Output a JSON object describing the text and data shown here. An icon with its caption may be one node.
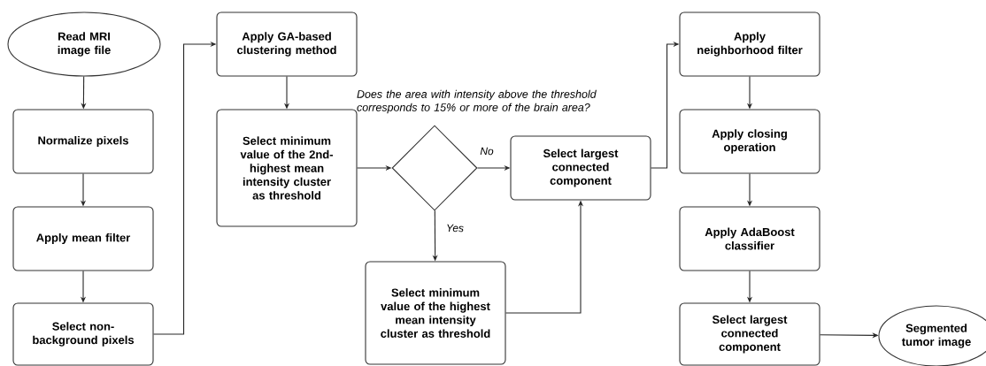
{
  "diagram": {
    "nodes": [
      {
        "text": [
          "Read MRI image file"
        ]
      },
      {
        "text": [
          "Normalize pixels"
        ]
      },
      {
        "text": [
          "Apply mean filter"
        ]
      },
      {
        "text": [
          "Select non-background pixels"
        ]
      },
      {
        "text": [
          "Apply GA-based clustering method"
        ]
      },
      {
        "text": [
          "Select minimum value of the 2nd-highest mean intensity cluster as threshold"
        ]
      },
      {
        "text": [
          "Does the area with intensity above the threshold corresponds to 15% or more of the brain area?"
        ]
      },
      {
        "text": [
          "Select largest connected component"
        ]
      },
      {
        "text": [
          "Select minimum value of the highest mean intensity cluster as threshold"
        ]
      },
      {
        "text": [
          "Apply neighborhood filter"
        ]
      },
      {
        "text": [
          "Apply closing operation"
        ]
      },
      {
        "text": [
          "Apply AdaBoost classifier"
        ]
      },
      {
        "text": [
          "Select largest connected component"
        ]
      },
      {
        "text": [
          "Segmented tumor image"
        ]
      }
    ],
    "edges": [
      {
        "from": 0,
        "to": 1,
        "arrow": "to"
      },
      {
        "from": 1,
        "to": 2,
        "arrow": "to"
      },
      {
        "from": 2,
        "to": 3,
        "arrow": "to"
      },
      {
        "from": 3,
        "to": 4,
        "arrow": "to"
      },
      {
        "from": 4,
        "to": 5,
        "arrow": "to"
      },
      {
        "from": 5,
        "to": 6,
        "arrow": "to"
      },
      {
        "from": 6,
        "to": 7,
        "arrow": "to",
        "label": "No"
      },
      {
        "from": 6,
        "to": 8,
        "arrow": "to",
        "label": "Yes"
      },
      {
        "from": 8,
        "to": 7,
        "arrow": "to"
      },
      {
        "from": 7,
        "to": 9,
        "arrow": "to"
      },
      {
        "from": 9,
        "to": 10,
        "arrow": "to"
      },
      {
        "from": 10,
        "to": 11,
        "arrow": "to"
      },
      {
        "from": 11,
        "to": 12,
        "arrow": "to"
      },
      {
        "from": 12,
        "to": 13,
        "arrow": "to"
      }
    ]
  }
}
